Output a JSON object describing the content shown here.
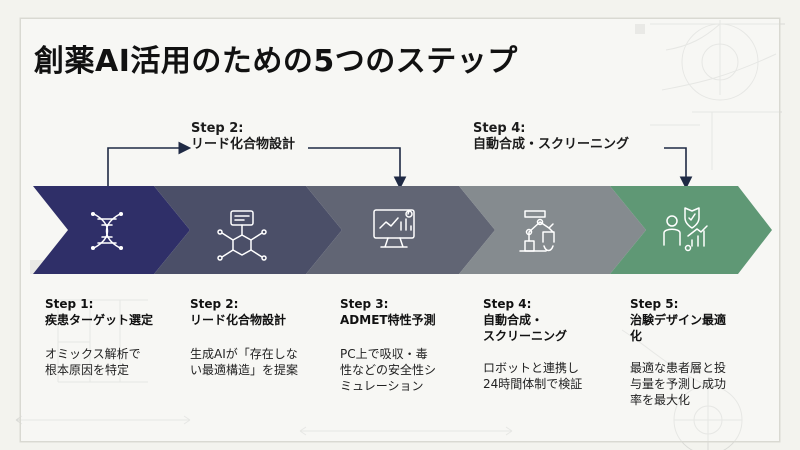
{
  "title": "創薬AI活用のための5つのステップ",
  "callouts": [
    {
      "step": "Step 2:",
      "title": "リード化合物設計"
    },
    {
      "step": "Step 4:",
      "title": "自動合成・スクリーニング"
    }
  ],
  "steps": [
    {
      "label": "Step 1:",
      "title_lines": [
        "疾患ターゲット選定"
      ],
      "desc_lines": [
        "オミックス解析で",
        "根本原因を特定"
      ],
      "icon": "dna-icon"
    },
    {
      "label": "Step 2:",
      "title_lines": [
        "リード化合物設計"
      ],
      "desc_lines": [
        "生成AIが「存在しな",
        "い最適構造」を提案"
      ],
      "icon": "molecule-network-icon"
    },
    {
      "label": "Step 3:",
      "title_lines": [
        "ADMET特性予測"
      ],
      "desc_lines": [
        "PC上で吸収・毒",
        "性などの安全性シ",
        "ミュレーション"
      ],
      "icon": "monitor-analytics-icon"
    },
    {
      "label": "Step 4:",
      "title_lines": [
        "自動合成・",
        "スクリーニング"
      ],
      "desc_lines": [
        "ロボットと連携し",
        "24時間体制で検証"
      ],
      "icon": "robot-arm-icon"
    },
    {
      "label": "Step 5:",
      "title_lines": [
        "治験デザイン最適",
        "化"
      ],
      "desc_lines": [
        "最適な患者層と投",
        "与量を予測し成功",
        "率を最大化"
      ],
      "icon": "patient-optimization-icon"
    }
  ],
  "colors": {
    "step1": "#2f2f68",
    "step2": "#4b4f68",
    "step3": "#616574",
    "step4": "#858b8f",
    "step5": "#5f9875",
    "accent_line": "#2c3654",
    "background": "#f3f3ee"
  }
}
